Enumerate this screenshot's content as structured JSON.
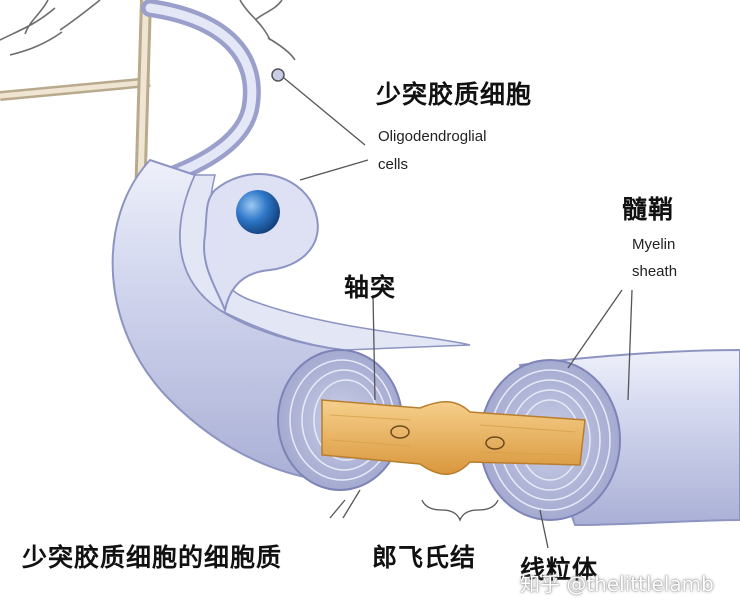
{
  "labels": {
    "oligodendrocyte_cn": "少突胶质细胞",
    "oligodendrocyte_en_1": "Oligodendroglial",
    "oligodendrocyte_en_2": "cells",
    "myelin_cn": "髓鞘",
    "myelin_en_1": "Myelin",
    "myelin_en_2": "sheath",
    "axon_cn": "轴突",
    "cytoplasm_cn": "少突胶质细胞的细胞质",
    "node_cn": "郎飞氏结",
    "mitochondria_cn": "线粒体"
  },
  "watermark": "知乎 @thelittlelamb",
  "colors": {
    "sheath_fill": "#cfd4ec",
    "sheath_edge": "#8d94c2",
    "axon": "#e9b15b",
    "nucleus": "#2f78c8",
    "line": "#555555"
  }
}
